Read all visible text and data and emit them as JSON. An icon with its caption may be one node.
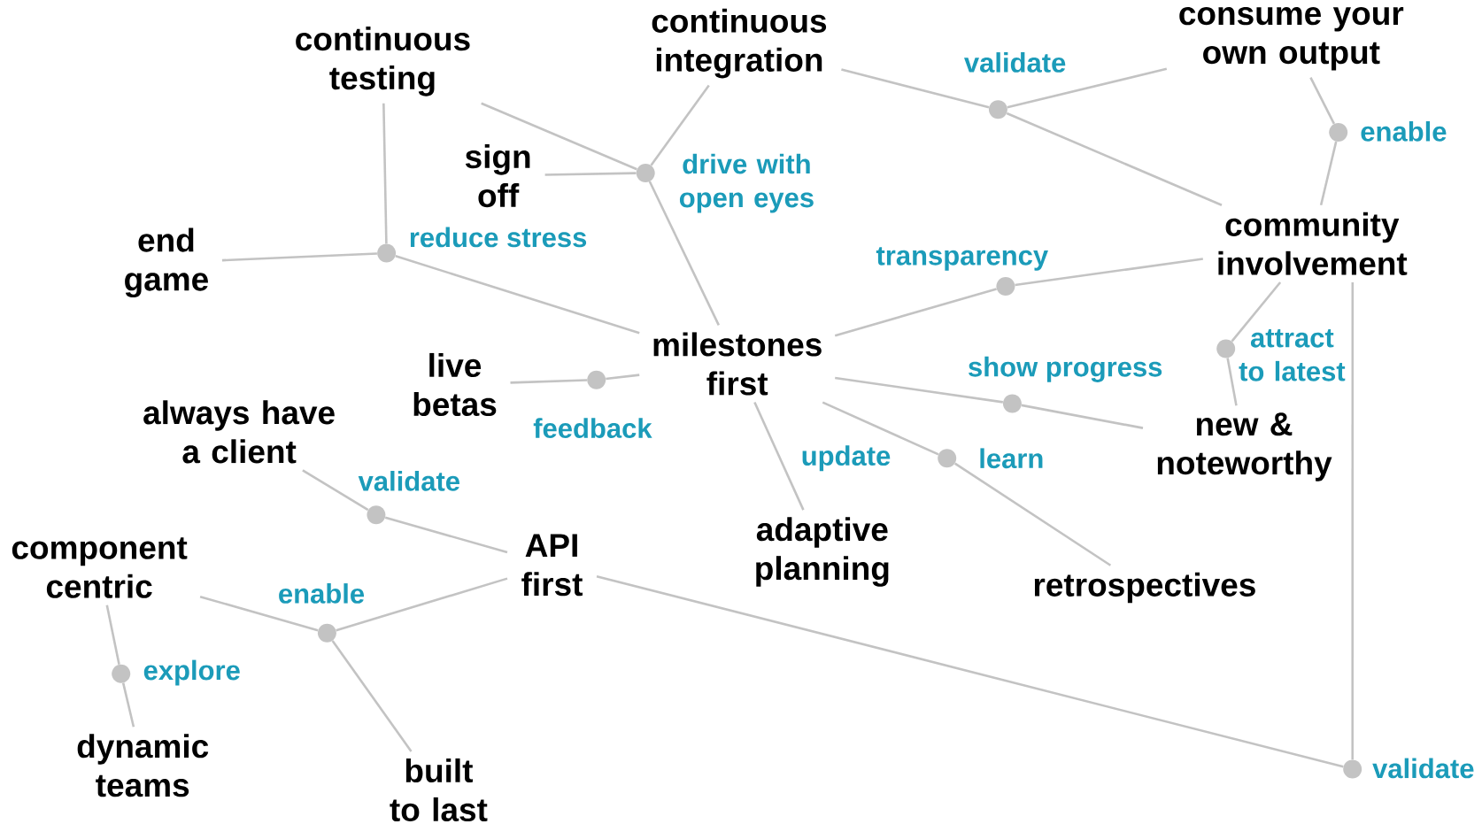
{
  "diagram": {
    "nodes": [
      {
        "text": [
          "continuous testing"
        ]
      },
      {
        "text": [
          "continuous integration"
        ]
      },
      {
        "text": [
          "consume your own output"
        ]
      },
      {
        "text": [
          "sign off"
        ]
      },
      {
        "text": [
          "end game"
        ]
      },
      {
        "text": [
          "community involvement"
        ]
      },
      {
        "text": [
          "milestones first"
        ]
      },
      {
        "text": [
          "live betas"
        ]
      },
      {
        "text": [
          "always have a client"
        ]
      },
      {
        "text": [
          "new & noteworthy"
        ]
      },
      {
        "text": [
          "API first"
        ]
      },
      {
        "text": [
          "component centric"
        ]
      },
      {
        "text": [
          "adaptive planning"
        ]
      },
      {
        "text": [
          "retrospectives"
        ]
      },
      {
        "text": [
          "dynamic teams"
        ]
      },
      {
        "text": [
          "built to last"
        ]
      },
      {
        "text": [],
        "shape": "circle",
        "beside": [
          "drive with open eyes"
        ]
      },
      {
        "text": [],
        "shape": "circle",
        "beside": [
          "validate"
        ]
      },
      {
        "text": [],
        "shape": "circle",
        "beside": [
          "enable"
        ]
      },
      {
        "text": [],
        "shape": "circle",
        "beside": [
          "reduce stress"
        ]
      },
      {
        "text": [],
        "shape": "circle",
        "beside": [
          "transparency"
        ]
      },
      {
        "text": [],
        "shape": "circle",
        "beside": [
          "attract to latest"
        ]
      },
      {
        "text": [],
        "shape": "circle",
        "beside": [
          "feedback"
        ]
      },
      {
        "text": [],
        "shape": "circle",
        "beside": [
          "show progress"
        ]
      },
      {
        "text": [],
        "shape": "circle",
        "beside": [
          "learn"
        ]
      },
      {
        "text": [],
        "shape": "circle",
        "beside": [
          "validate"
        ]
      },
      {
        "text": [],
        "shape": "circle",
        "beside": [
          "enable"
        ]
      },
      {
        "text": [],
        "shape": "circle",
        "beside": [
          "explore"
        ]
      },
      {
        "text": [],
        "shape": "circle",
        "beside": [
          "validate"
        ]
      }
    ],
    "edges": [
      {
        "from": 0,
        "to": 16,
        "arrow": "none"
      },
      {
        "from": 3,
        "to": 16,
        "arrow": "none"
      },
      {
        "from": 1,
        "to": 16,
        "arrow": "none"
      },
      {
        "from": 16,
        "to": 6,
        "arrow": "none"
      },
      {
        "from": 1,
        "to": 17,
        "arrow": "none"
      },
      {
        "from": 17,
        "to": 2,
        "arrow": "none"
      },
      {
        "from": 17,
        "to": 5,
        "arrow": "none"
      },
      {
        "from": 2,
        "to": 18,
        "arrow": "none"
      },
      {
        "from": 18,
        "to": 5,
        "arrow": "none"
      },
      {
        "from": 0,
        "to": 19,
        "arrow": "none"
      },
      {
        "from": 4,
        "to": 19,
        "arrow": "none"
      },
      {
        "from": 19,
        "to": 6,
        "arrow": "none"
      },
      {
        "from": 6,
        "to": 20,
        "arrow": "none"
      },
      {
        "from": 20,
        "to": 5,
        "arrow": "none"
      },
      {
        "from": 5,
        "to": 21,
        "arrow": "none"
      },
      {
        "from": 21,
        "to": 9,
        "arrow": "none"
      },
      {
        "from": 7,
        "to": 22,
        "arrow": "none"
      },
      {
        "from": 22,
        "to": 6,
        "arrow": "none"
      },
      {
        "from": 6,
        "to": 23,
        "arrow": "none"
      },
      {
        "from": 23,
        "to": 9,
        "arrow": "none"
      },
      {
        "from": 6,
        "to": 24,
        "arrow": "none"
      },
      {
        "from": 24,
        "to": 13,
        "arrow": "none"
      },
      {
        "from": 6,
        "to": 12,
        "arrow": "none",
        "label": "update"
      },
      {
        "from": 8,
        "to": 25,
        "arrow": "none"
      },
      {
        "from": 25,
        "to": 10,
        "arrow": "none"
      },
      {
        "from": 11,
        "to": 26,
        "arrow": "none"
      },
      {
        "from": 10,
        "to": 26,
        "arrow": "none"
      },
      {
        "from": 26,
        "to": 15,
        "arrow": "none"
      },
      {
        "from": 11,
        "to": 27,
        "arrow": "none"
      },
      {
        "from": 27,
        "to": 14,
        "arrow": "none"
      },
      {
        "from": 10,
        "to": 28,
        "arrow": "none"
      },
      {
        "from": 5,
        "to": 28,
        "arrow": "none"
      }
    ]
  }
}
